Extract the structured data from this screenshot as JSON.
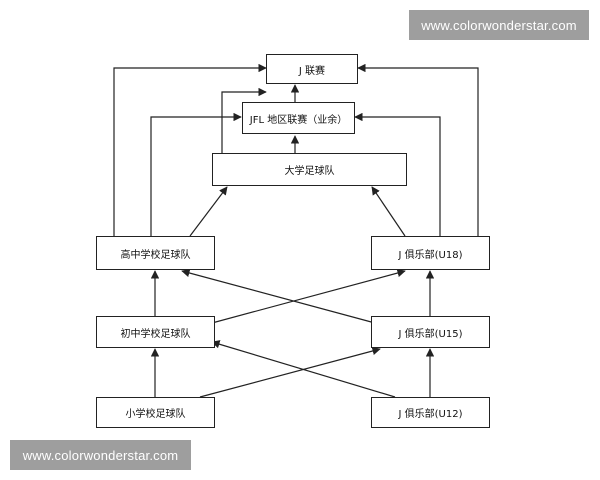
{
  "watermark": {
    "top": "www.colorwonderstar.com",
    "bottom": "www.colorwonderstar.com"
  },
  "nodes": {
    "j_league": "J 联赛",
    "jfl": "JFL 地区联赛（业余）",
    "university": "大学足球队",
    "high_school": "高中学校足球队",
    "club_u18": "J 俱乐部(U18)",
    "junior_high": "初中学校足球队",
    "club_u15": "J 俱乐部(U15)",
    "elementary": "小学校足球队",
    "club_u12": "J 俱乐部(U12)"
  },
  "colors": {
    "line": "#222222",
    "watermark_bg": "#9e9e9e",
    "watermark_text": "#ffffff"
  }
}
